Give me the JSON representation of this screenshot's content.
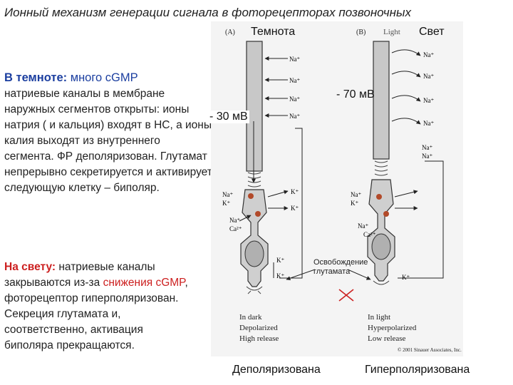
{
  "title": "Ионный механизм генерации сигнала в фоторецепторах позвоночных",
  "dark_text": {
    "heading": "В темноте:",
    "heading_rest": " много cGMP",
    "body": "натриевые каналы в мембране наружных сегментов открыты: ионы натрия  ( и кальция) входят в НС, а ионы калия выходят из внутреннего сегмента. ФР деполяризован. Глутамат непрерывно секретируется и активирует следующую клетку – биполяр."
  },
  "light_text": {
    "heading": "На свету:",
    "part1": " натриевые каналы закрываются из-за ",
    "highlight1": "снижения",
    "part2": " ",
    "highlight2": "cGMP",
    "part3": ", фоторецептор гиперполяризован. Секреция глутамата и, соответственно, активация биполяра прекращаются."
  },
  "diagram": {
    "panel_a_tag": "(A)",
    "panel_a_label": "Темнота",
    "panel_b_tag": "(B)",
    "panel_b_word": "Light",
    "panel_b_label": "Свет",
    "voltage_dark": "- 30 мВ",
    "voltage_light": "- 70 мВ",
    "release_label": "Освобождение глутамата",
    "caption_dark": "In dark\nDepolarized\nHigh release",
    "caption_light": "In light\nHyperpolarized\nLow release",
    "copyright": "© 2001 Sinauer Associates, Inc.",
    "na_label": "Na⁺",
    "k_label": "K⁺",
    "ca_label": "Ca²⁺",
    "bottom_dark": "Деполяризована",
    "bottom_light": "Гиперполяризована"
  }
}
